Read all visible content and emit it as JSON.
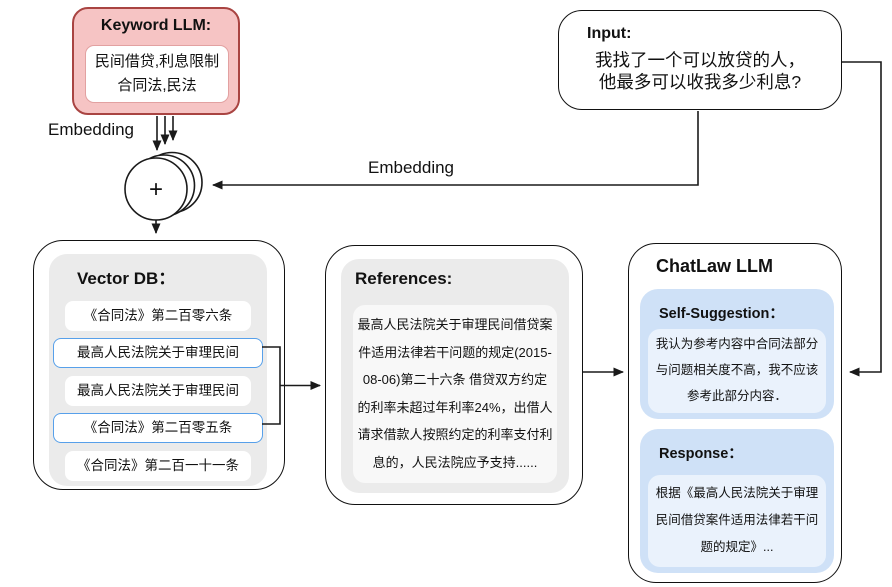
{
  "keyword_llm": {
    "title": "Keyword LLM:",
    "keywords": "民间借贷,利息限制\n合同法,民法"
  },
  "input_box": {
    "title": "Input:",
    "text": "我找了一个可以放贷的人，\n他最多可以收我多少利息?"
  },
  "embedding_label_left": "Embedding",
  "embedding_label_right": "Embedding",
  "aggregator_plus": "+",
  "vector_db": {
    "title": "Vector DB：",
    "items": [
      {
        "label": "《合同法》第二百零六条",
        "highlighted": false
      },
      {
        "label": "最高人民法院关于审理民间",
        "highlighted": true
      },
      {
        "label": "最高人民法院关于审理民间",
        "highlighted": false
      },
      {
        "label": "《合同法》第二百零五条",
        "highlighted": true
      },
      {
        "label": "《合同法》第二百一十一条",
        "highlighted": false
      }
    ]
  },
  "references": {
    "title": "References:",
    "text": "最高人民法院关于审理民间借贷案\n件适用法律若干问题的规定(2015-\n08-06)第二十六条 借贷双方约定\n的利率未超过年利率24%，出借人\n请求借款人按照约定的利率支付利\n息的，人民法院应予支持......"
  },
  "chatlaw": {
    "title": "ChatLaw LLM",
    "self_suggestion": {
      "title": "Self-Suggestion：",
      "text": "我认为参考内容中合同法部分\n与问题相关度不高，我不应该\n参考此部分内容．"
    },
    "response": {
      "title": "Response：",
      "text": "根据《最高人民法院关于审理\n民间借贷案件适用法律若干问\n题的规定》..."
    }
  },
  "colors": {
    "keyword_fill": "#f6c4c4",
    "keyword_border": "#a94442",
    "highlight_blue": "#57a0ea",
    "panel_gray": "#ebebeb",
    "bubble_blue": "#cfe1f7",
    "bubble_blue_inner": "#eaf2fc"
  }
}
